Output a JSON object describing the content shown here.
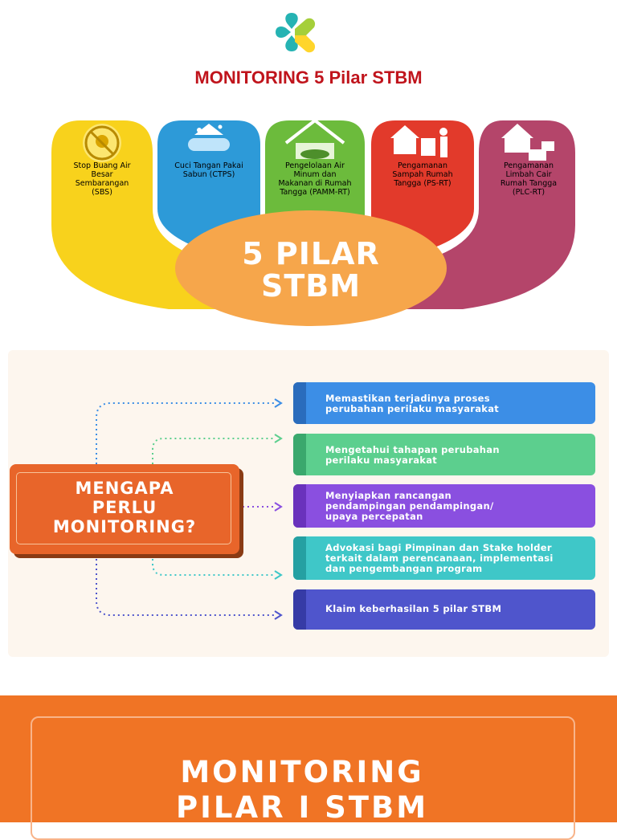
{
  "header": {
    "logo": "kemenkes-logo",
    "title": "MONITORING 5 Pilar STBM"
  },
  "pillars": {
    "center_line1": "5 PILAR",
    "center_line2": "STBM",
    "items": [
      {
        "label": "Stop Buang Air Besar Sembarangan (SBS)",
        "icon": "no-defecation-icon",
        "color": "#f8d21c"
      },
      {
        "label": "Cuci Tangan Pakai Sabun (CTPS)",
        "icon": "hand-washing-icon",
        "color": "#2d9ad8"
      },
      {
        "label": "Pengelolaan Air Minum dan Makanan di Rumah Tangga (PAMM-RT)",
        "icon": "food-water-house-icon",
        "color": "#6cbb3c"
      },
      {
        "label": "Pengamanan Sampah Rumah Tangga (PS-RT)",
        "icon": "waste-bin-icon",
        "color": "#e23a2b"
      },
      {
        "label": "Pengamanan Limbah Cair Rumah Tangga (PLC-RT)",
        "icon": "house-wastewater-icon",
        "color": "#b4456a"
      }
    ]
  },
  "monitoring": {
    "question_line1": "MENGAPA",
    "question_line2": "PERLU",
    "question_line3": "MONITORING?",
    "reasons": [
      {
        "line1": "Memastikan terjadinya proses",
        "line2": "perubahan perilaku masyarakat",
        "line3": "",
        "color": "#3c8ee6"
      },
      {
        "line1": "Mengetahui tahapan perubahan",
        "line2": "perilaku masyarakat",
        "line3": "",
        "color": "#5ccf8e"
      },
      {
        "line1": "Menyiapkan rancangan",
        "line2": "pendampingan pendampingan/",
        "line3": "upaya percepatan",
        "color": "#8a4fe0"
      },
      {
        "line1": "Advokasi bagi Pimpinan dan Stake holder",
        "line2": "terkait dalam perencanaan, implementasi",
        "line3": "dan pengembangan program",
        "color": "#3fc7c8"
      },
      {
        "line1": "Klaim keberhasilan 5 pilar STBM",
        "line2": "",
        "line3": "",
        "color": "#4f55cc"
      }
    ]
  },
  "banner": {
    "line1": "MONITORING",
    "line2": "PILAR I STBM"
  }
}
